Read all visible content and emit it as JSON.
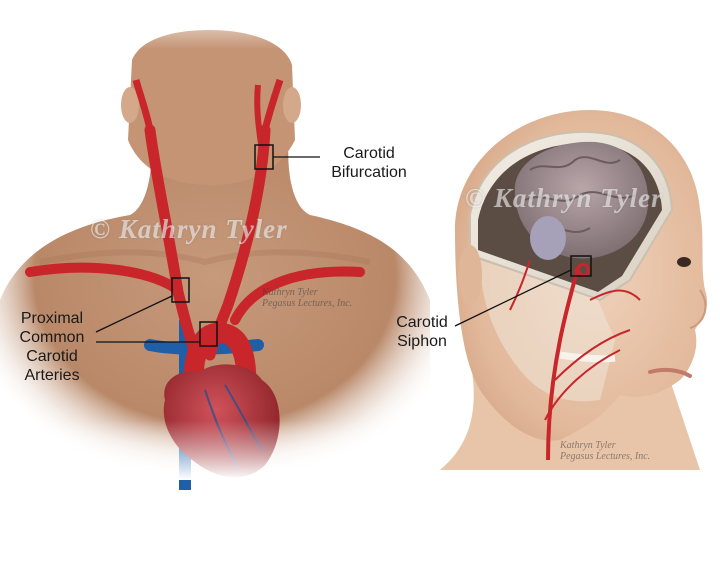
{
  "labels": {
    "bifurcation": "Carotid\nBifurcation",
    "proximal": "Proximal\nCommon\nCarotid\nArteries",
    "siphon": "Carotid\nSiphon"
  },
  "watermarks": {
    "left": "© Kathryn Tyler",
    "right": "© Kathryn Tyler"
  },
  "colors": {
    "artery": "#c8262a",
    "artery_highlight": "#e8605c",
    "vein": "#1f5fa8",
    "skin": "#c89878",
    "skin_light": "#e8c8ae",
    "brain": "#9b8a8e",
    "heart": "#b0303a"
  }
}
